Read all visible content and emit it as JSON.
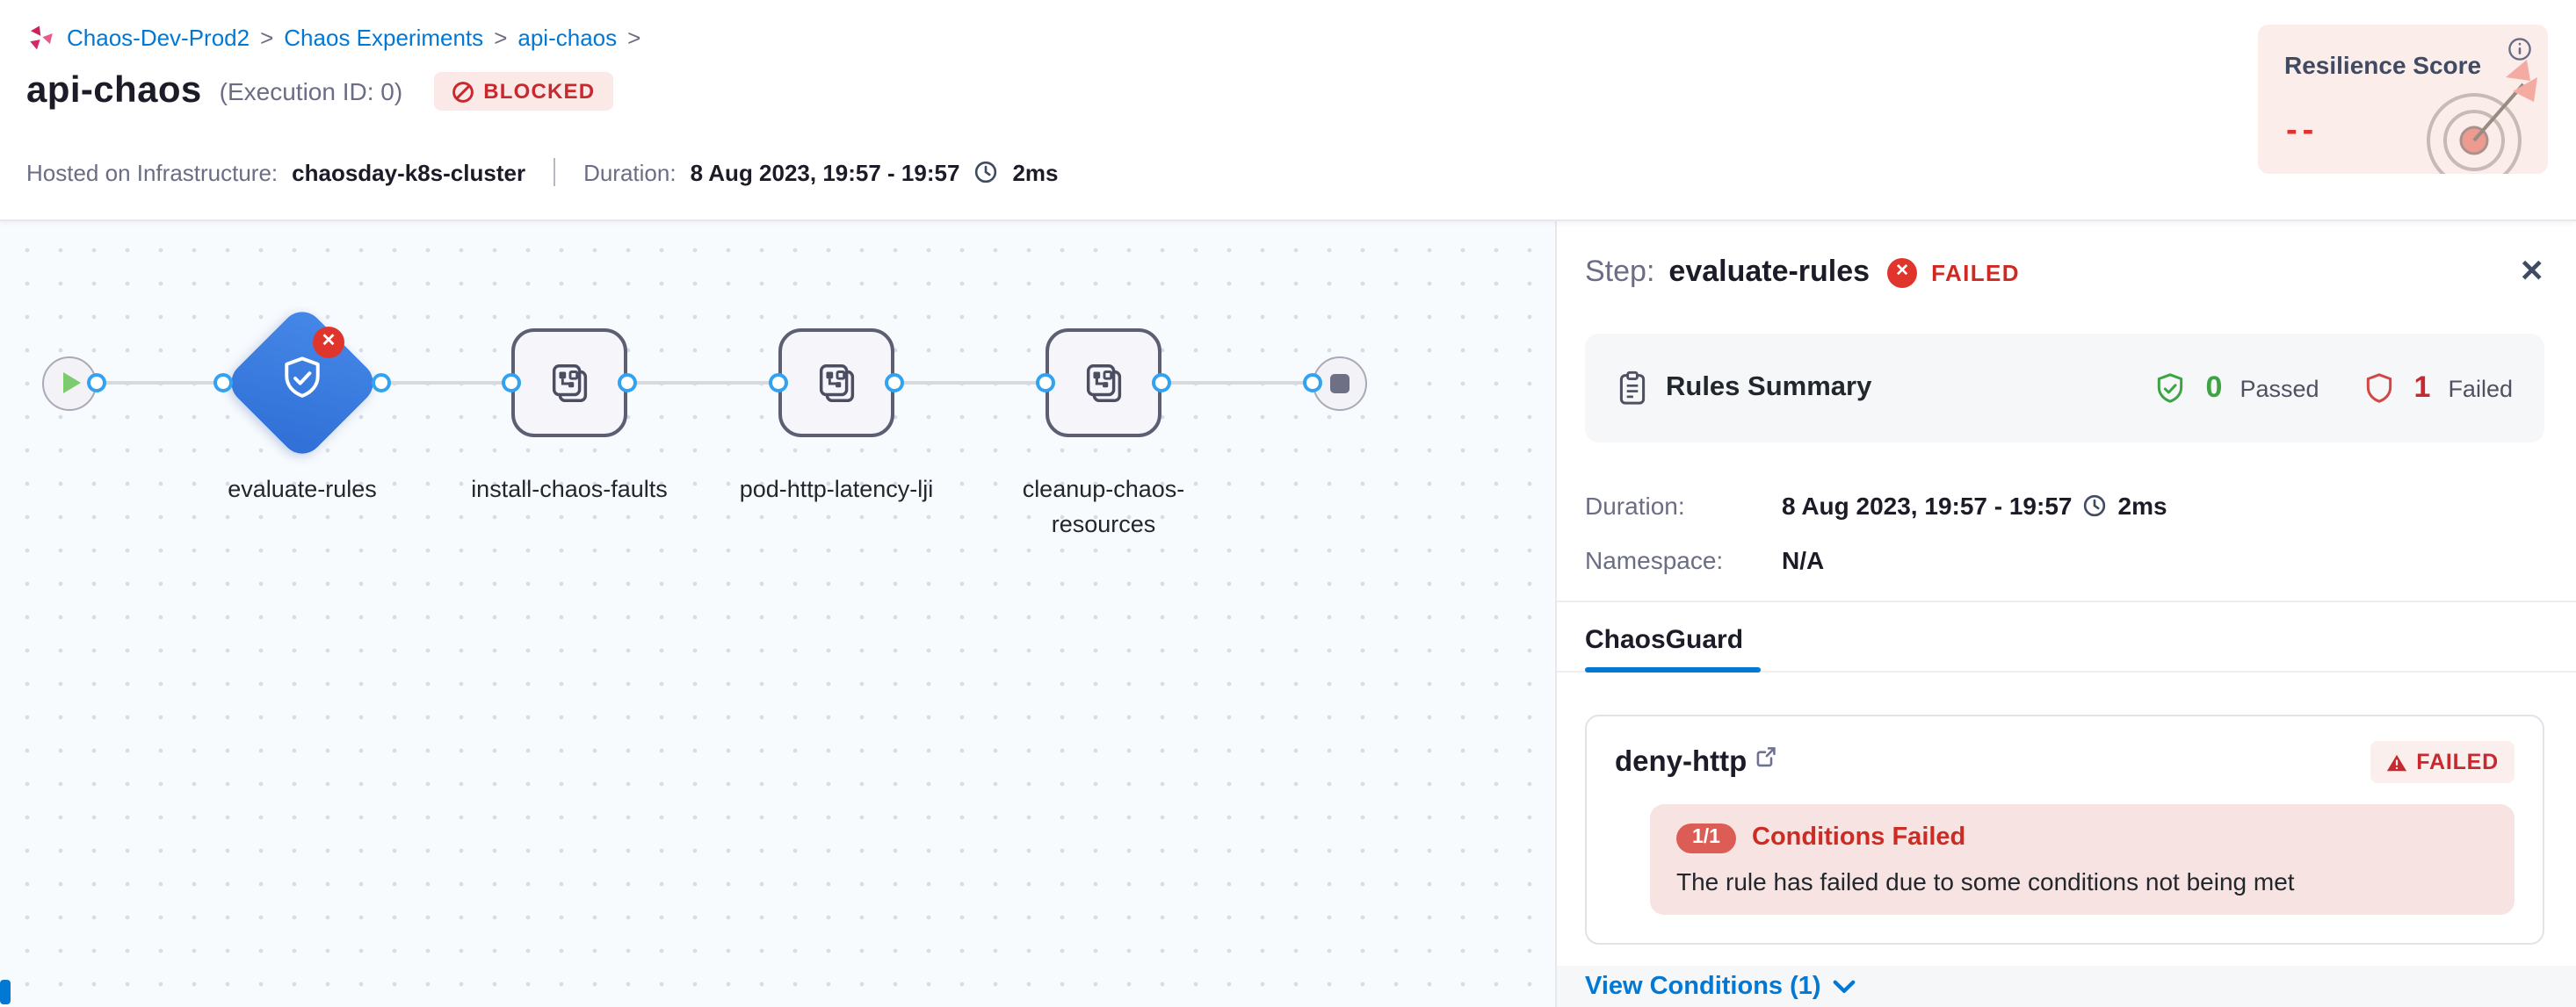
{
  "breadcrumb": {
    "items": [
      "Chaos-Dev-Prod2",
      "Chaos Experiments",
      "api-chaos"
    ],
    "separator": ">"
  },
  "header": {
    "title": "api-chaos",
    "execution_id": "(Execution ID: 0)",
    "status_badge": "BLOCKED",
    "infra_label": "Hosted on Infrastructure:",
    "infra_value": "chaosday-k8s-cluster",
    "duration_label": "Duration:",
    "duration_value": "8 Aug 2023, 19:57 - 19:57",
    "duration_elapsed": "2ms",
    "resilience": {
      "title": "Resilience Score",
      "value": "--"
    }
  },
  "pipeline": {
    "nodes": [
      {
        "type": "start"
      },
      {
        "type": "guard",
        "label": "evaluate-rules",
        "status": "failed"
      },
      {
        "type": "step",
        "label": "install-chaos-faults"
      },
      {
        "type": "step",
        "label": "pod-http-latency-lji"
      },
      {
        "type": "step",
        "label": "cleanup-chaos-resources"
      },
      {
        "type": "end"
      }
    ],
    "badge_x": "✕"
  },
  "panel": {
    "step_label": "Step:",
    "step_name": "evaluate-rules",
    "step_status": "FAILED",
    "status_icon_x": "✕",
    "close_label": "✕",
    "rules_summary": {
      "title": "Rules Summary",
      "passed_count": "0",
      "passed_label": "Passed",
      "failed_count": "1",
      "failed_label": "Failed"
    },
    "duration_label": "Duration:",
    "duration_value": "8 Aug 2023, 19:57 - 19:57",
    "duration_elapsed": "2ms",
    "namespace_label": "Namespace:",
    "namespace_value": "N/A",
    "tab": "ChaosGuard",
    "rule_card": {
      "name": "deny-http",
      "status": "FAILED",
      "conditions_count": "1/1",
      "conditions_title": "Conditions Failed",
      "conditions_message": "The rule has failed due to some conditions not being met",
      "view_conditions": "View Conditions (1)"
    }
  },
  "colors": {
    "primary_blue": "#0278D5",
    "failed_red": "#C7292F",
    "passed_green": "#3DA343",
    "diamond_blue": "#3D7EE2",
    "blocked_badge_bg": "#FBE9E7",
    "alert_bg": "#F7E3E1",
    "resilience_bg": "#FBEDEA",
    "canvas_bg": "#F8FBFE"
  }
}
